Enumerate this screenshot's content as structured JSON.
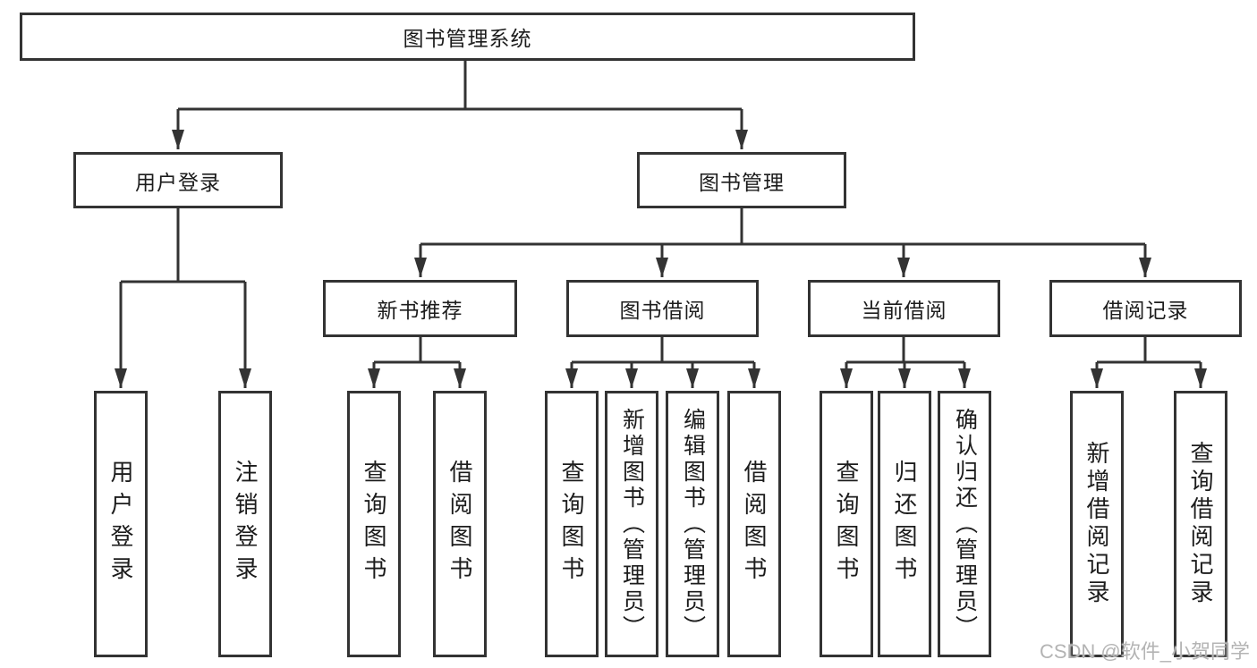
{
  "nodes": {
    "root": {
      "label": "图书管理系统"
    },
    "userLogin": {
      "label": "用户登录"
    },
    "bookMgmt": {
      "label": "图书管理"
    },
    "newBook": {
      "label": "新书推荐"
    },
    "bookBorrow": {
      "label": "图书借阅"
    },
    "currentBorrow": {
      "label": "当前借阅"
    },
    "borrowRecord": {
      "label": "借阅记录"
    },
    "leafUserLogin": {
      "label": "用户登录"
    },
    "leafLogout": {
      "label": "注销登录"
    },
    "nbQuery": {
      "label": "查询图书"
    },
    "nbBorrow": {
      "label": "借阅图书"
    },
    "bbQuery": {
      "label": "查询图书"
    },
    "bbAdd": {
      "label": "新增图书（管理员）"
    },
    "bbEdit": {
      "label": "编辑图书（管理员）"
    },
    "bbBorrow": {
      "label": "借阅图书"
    },
    "cbQuery": {
      "label": "查询图书"
    },
    "cbReturn": {
      "label": "归还图书"
    },
    "cbConfirm": {
      "label": "确认归还（管理员）"
    },
    "brAdd": {
      "label": "新增借阅记录"
    },
    "brQuery": {
      "label": "查询借阅记录"
    }
  },
  "hierarchy": {
    "图书管理系统": {
      "用户登录": [
        "用户登录",
        "注销登录"
      ],
      "图书管理": {
        "新书推荐": [
          "查询图书",
          "借阅图书"
        ],
        "图书借阅": [
          "查询图书",
          "新增图书（管理员）",
          "编辑图书（管理员）",
          "借阅图书"
        ],
        "当前借阅": [
          "查询图书",
          "归还图书",
          "确认归还（管理员）"
        ],
        "借阅记录": [
          "新增借阅记录",
          "查询借阅记录"
        ]
      }
    }
  },
  "colors": {
    "line": "#333333",
    "text": "#1c1c1c",
    "background": "#ffffff",
    "watermark": "#b4b4b4"
  },
  "watermark": {
    "text": "CSDN @软件_小贺同学"
  }
}
